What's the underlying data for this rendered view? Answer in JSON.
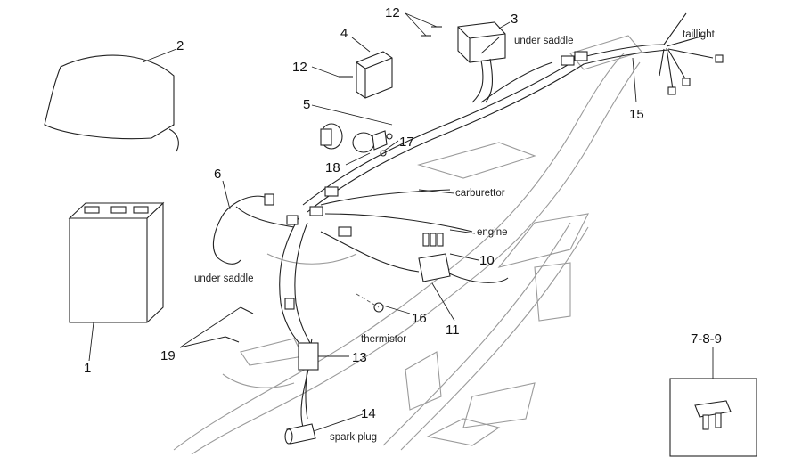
{
  "parts": [
    {
      "number": "1"
    },
    {
      "number": "2"
    },
    {
      "number": "3"
    },
    {
      "number": "4"
    },
    {
      "number": "5"
    },
    {
      "number": "6"
    },
    {
      "number": "10"
    },
    {
      "number": "11"
    },
    {
      "number": "12"
    },
    {
      "number": "12"
    },
    {
      "number": "13"
    },
    {
      "number": "14"
    },
    {
      "number": "15"
    },
    {
      "number": "16"
    },
    {
      "number": "17"
    },
    {
      "number": "18"
    },
    {
      "number": "19"
    },
    {
      "number": "7-8-9"
    }
  ],
  "labels": {
    "under_saddle_top": "under saddle",
    "under_saddle_left": "under saddle",
    "taillight": "taillight",
    "carburettor": "carburettor",
    "engine": "engine",
    "thermistor": "thermistor",
    "spark_plug": "spark plug"
  }
}
